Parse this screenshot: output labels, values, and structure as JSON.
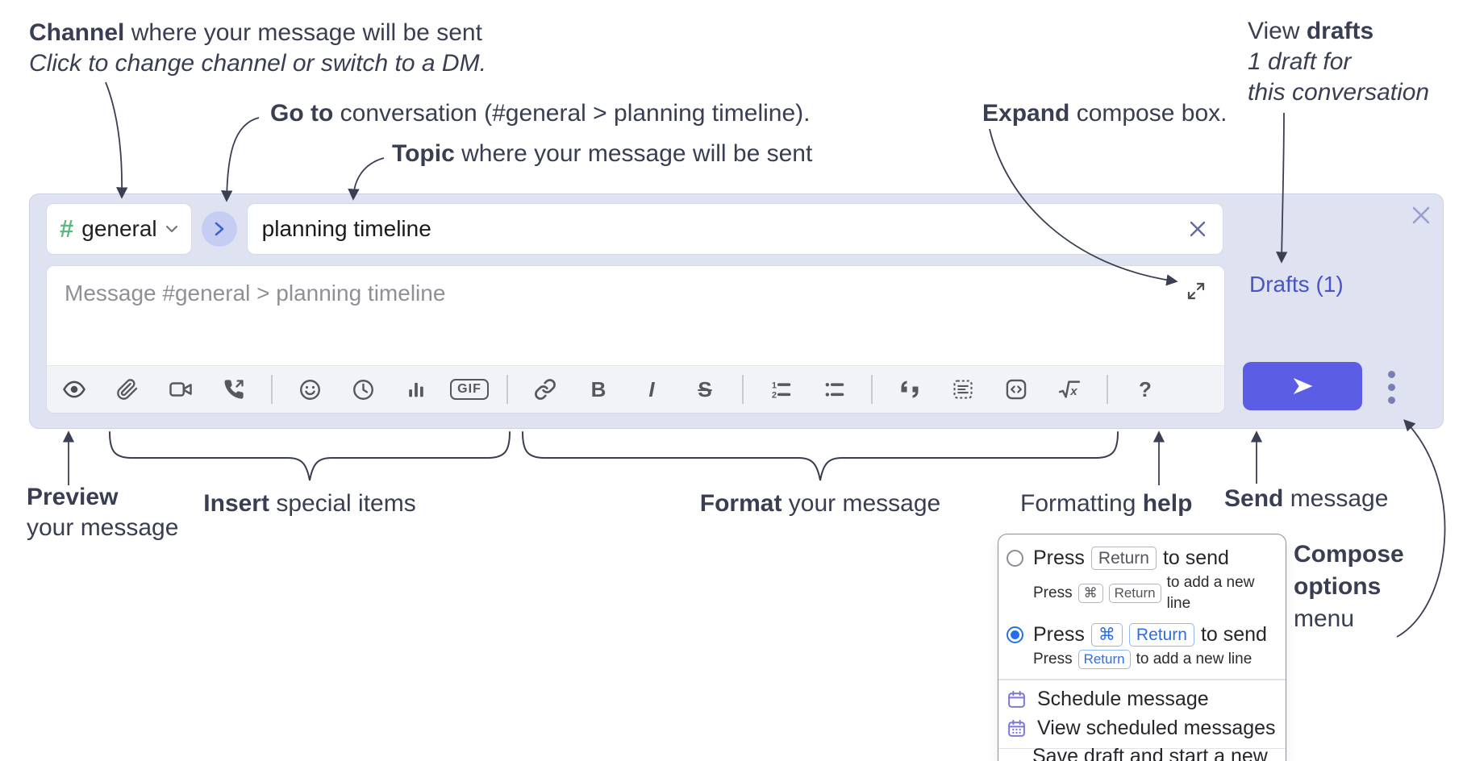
{
  "annotations": {
    "channel": {
      "bold": "Channel",
      "rest": " where your message will be sent",
      "sub": "Click to change channel or switch to a DM."
    },
    "go_to": {
      "bold": "Go to",
      "rest": " conversation (#general > planning timeline)."
    },
    "topic": {
      "bold": "Topic",
      "rest": " where your message will be sent"
    },
    "expand": {
      "bold": "Expand",
      "rest": " compose box."
    },
    "view_drafts": {
      "pre": "View ",
      "bold": "drafts",
      "line2": "1 draft for",
      "line3": "this conversation"
    },
    "preview": {
      "bold": "Preview",
      "line2": "your message"
    },
    "insert": {
      "bold": "Insert",
      "rest": " special items"
    },
    "format": {
      "bold": "Format",
      "rest": " your message"
    },
    "formatting_help": {
      "pre": "Formatting ",
      "bold": "help"
    },
    "send": {
      "bold": "Send",
      "rest": " message"
    },
    "compose_options": {
      "line1": "Compose",
      "line2": "options",
      "line3": "menu"
    }
  },
  "composer": {
    "channel": {
      "hash": "#",
      "name": "general"
    },
    "topic_value": "planning timeline",
    "message_placeholder": "Message #general > planning timeline",
    "drafts_label": "Drafts (1)",
    "toolbar": {
      "icon_names": [
        "eye",
        "paperclip",
        "video-camera",
        "phone-call",
        "emoji",
        "clock",
        "poll",
        "gif",
        "link",
        "bold",
        "italic",
        "strikethrough",
        "ordered-list",
        "bullet-list",
        "blockquote",
        "code-block",
        "code",
        "formula",
        "help"
      ],
      "gif_label": "GIF",
      "bold_label": "B",
      "italic_label": "I",
      "strike_label": "S",
      "ol_1": "1",
      "ol_2": "2",
      "formula_x": "x",
      "help_label": "?"
    }
  },
  "options_menu": {
    "option_return": {
      "selected": false,
      "press": "Press",
      "key": "Return",
      "suffix": "to send",
      "sub_press": "Press",
      "sub_key_cmd": "⌘",
      "sub_key_return": "Return",
      "sub_suffix": "to add a new line"
    },
    "option_cmd_return": {
      "selected": true,
      "press": "Press",
      "key_cmd": "⌘",
      "key_return": "Return",
      "suffix": "to send",
      "sub_press": "Press",
      "sub_key": "Return",
      "sub_suffix": "to add a new line"
    },
    "items": [
      {
        "icon": "calendar",
        "label": "Schedule message"
      },
      {
        "icon": "calendar-dots",
        "label": "View scheduled messages"
      },
      {
        "icon": "save-draft",
        "label": "Save draft and start a new message"
      }
    ]
  },
  "colors": {
    "composer_bg": "#dfe2f0",
    "send_button": "#5b5de4",
    "drafts_link": "#4754c8",
    "accent_blue": "#2570ea",
    "icon_purple": "#7d79d6",
    "channel_green": "#5fb583",
    "annotation_text": "#393e52"
  }
}
